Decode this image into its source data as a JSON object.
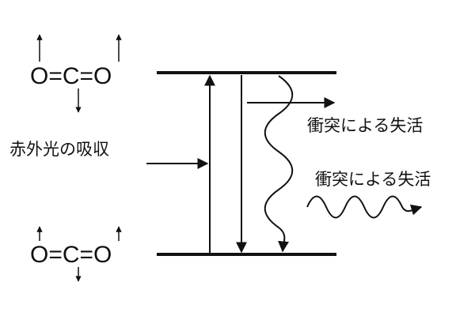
{
  "molecule_top": {
    "formula": "O=C=O"
  },
  "molecule_bottom": {
    "formula": "O=C=O"
  },
  "labels": {
    "absorption": "赤外光の吸収",
    "quench_upper": "衝突による失活",
    "quench_lower": "衝突による失活"
  },
  "colors": {
    "ink": "#111111",
    "background": "#ffffff"
  }
}
